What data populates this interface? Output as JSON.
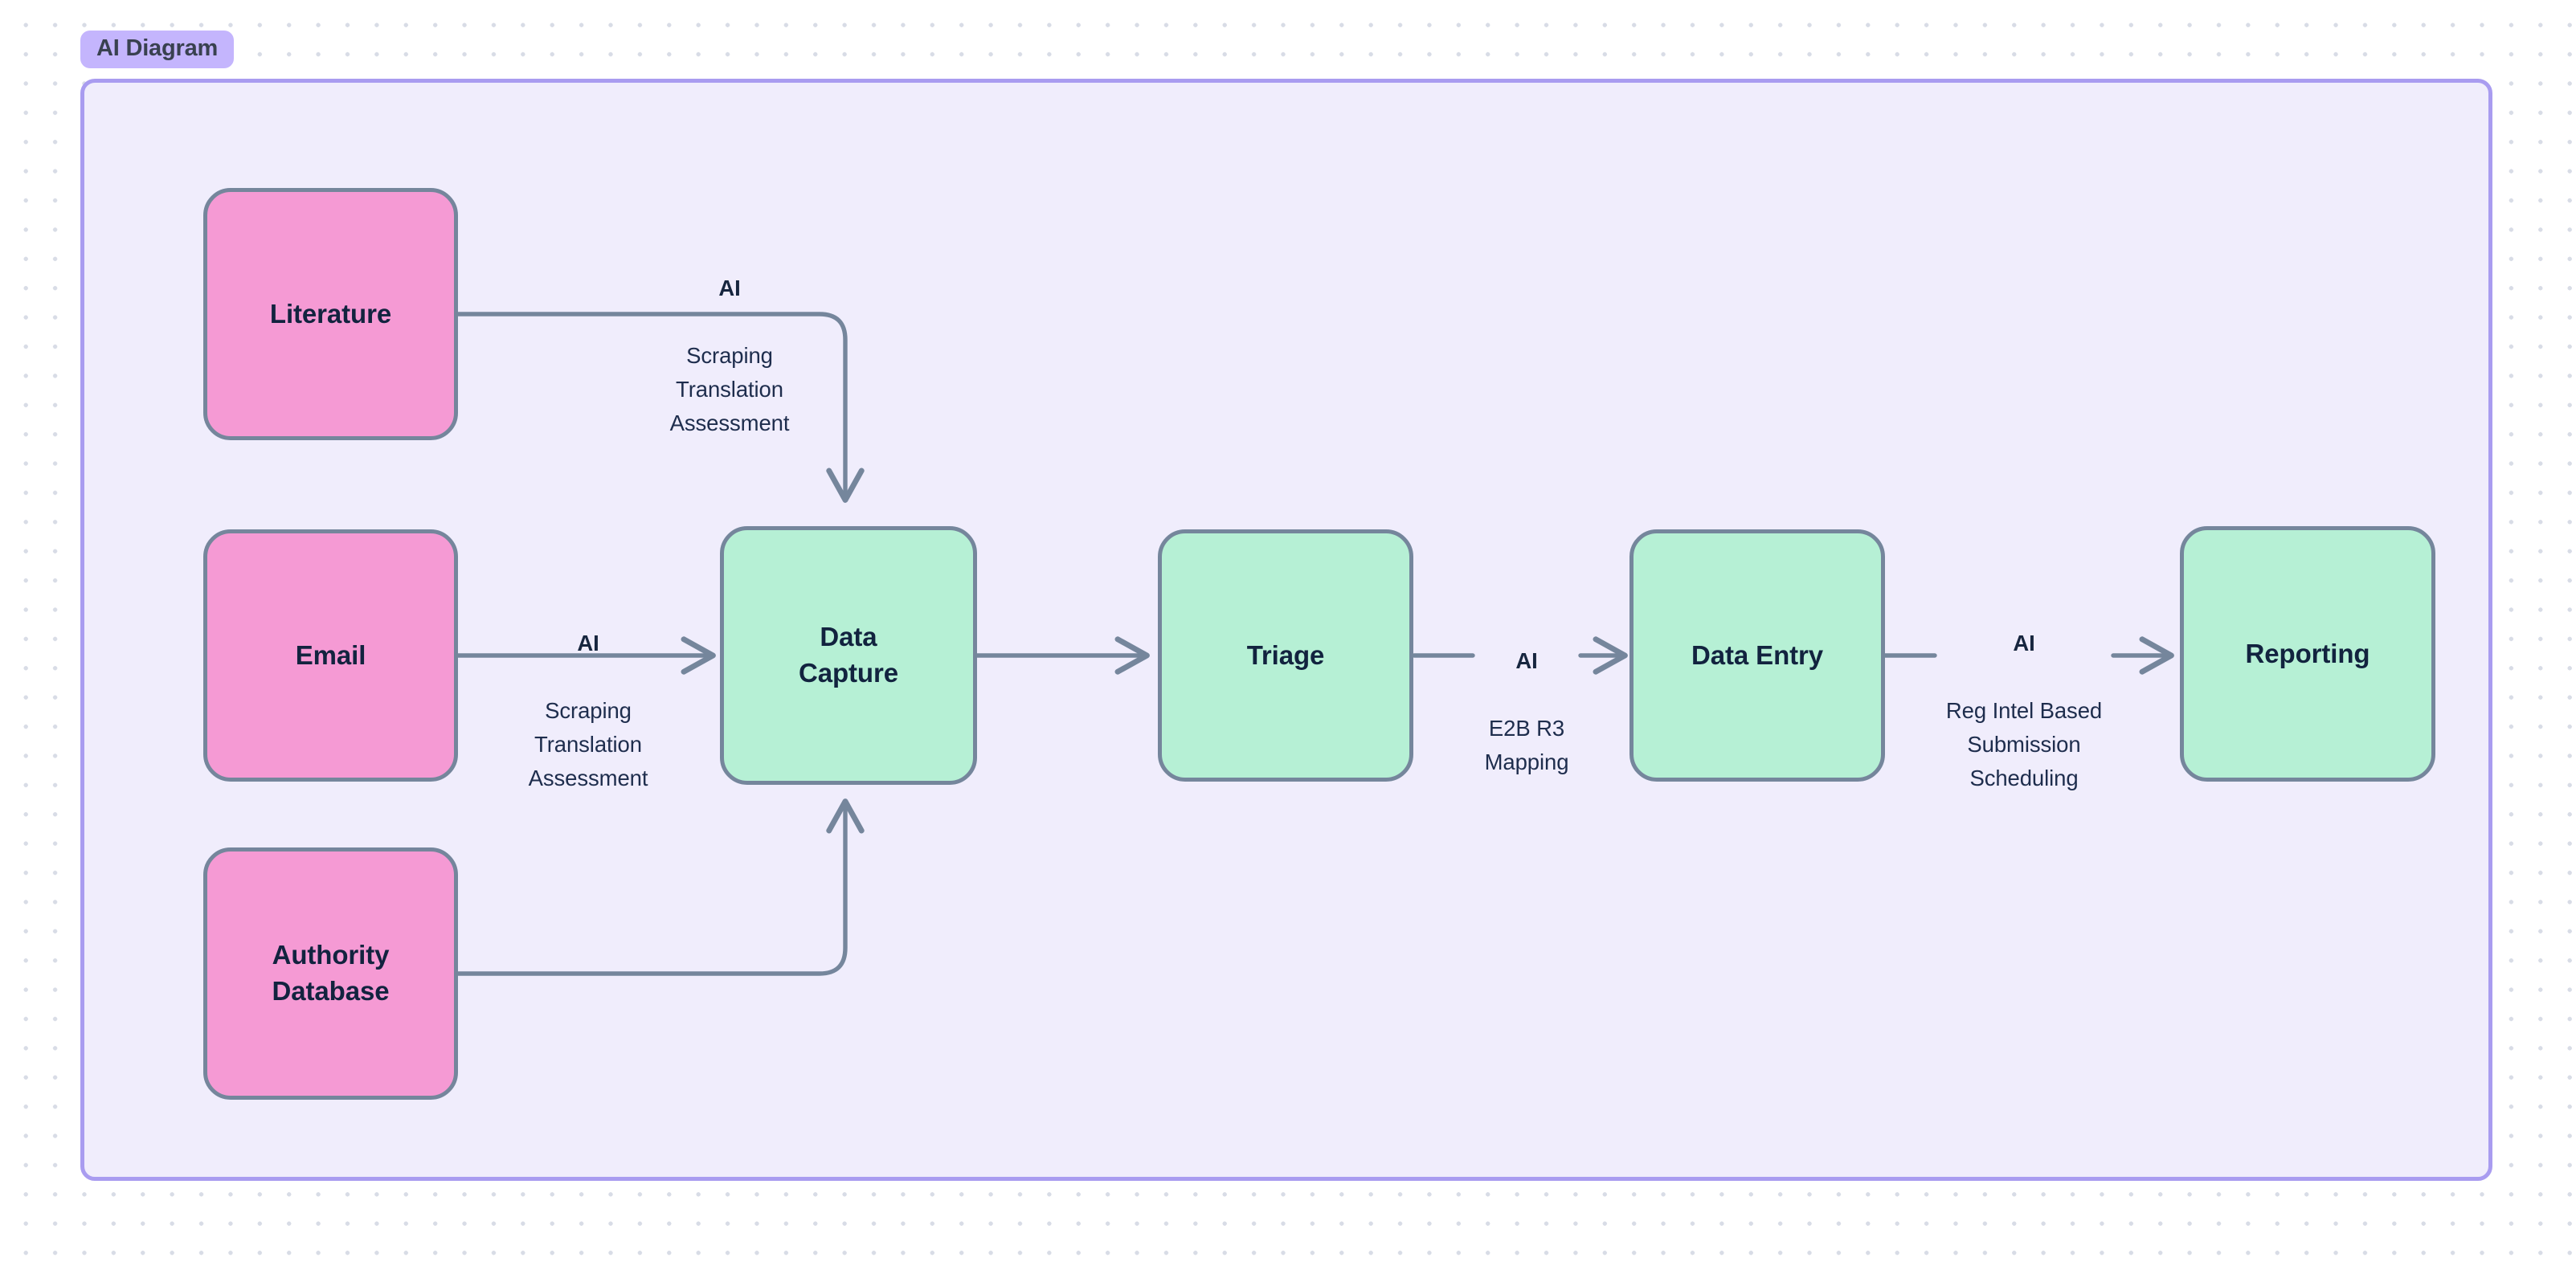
{
  "canvas": {
    "background_color": "#ffffff",
    "dot_color": "#d8dce6"
  },
  "group": {
    "label": "AI Diagram",
    "background_color": "#f0edfc",
    "border_color": "#a99cf0",
    "badge_color": "#c4b5fd",
    "badge_text_color": "#394150"
  },
  "colors": {
    "source_node_fill": "#f59ad4",
    "process_node_fill": "#b6f0d5",
    "node_border": "#75869c",
    "node_text": "#12233f",
    "edge_stroke": "#75869c",
    "edge_label_text": "#1e2d4d"
  },
  "nodes": [
    {
      "id": "literature",
      "label": "Literature",
      "kind": "source",
      "fill": "#f59ad4"
    },
    {
      "id": "email",
      "label": "Email",
      "kind": "source",
      "fill": "#f59ad4"
    },
    {
      "id": "authority-database",
      "label": "Authority\nDatabase",
      "kind": "source",
      "fill": "#f59ad4"
    },
    {
      "id": "data-capture",
      "label": "Data\nCapture",
      "kind": "process",
      "fill": "#b6f0d5"
    },
    {
      "id": "triage",
      "label": "Triage",
      "kind": "process",
      "fill": "#b6f0d5"
    },
    {
      "id": "data-entry",
      "label": "Data Entry",
      "kind": "process",
      "fill": "#b6f0d5"
    },
    {
      "id": "reporting",
      "label": "Reporting",
      "kind": "process",
      "fill": "#b6f0d5"
    }
  ],
  "edges": [
    {
      "id": "literature-to-data-capture",
      "from": "literature",
      "to": "data-capture",
      "head": "AI",
      "body": "Scraping\nTranslation\nAssessment"
    },
    {
      "id": "email-to-data-capture",
      "from": "email",
      "to": "data-capture",
      "head": "AI",
      "body": "Scraping\nTranslation\nAssessment"
    },
    {
      "id": "authority-database-to-data-capture",
      "from": "authority-database",
      "to": "data-capture",
      "head": "",
      "body": ""
    },
    {
      "id": "data-capture-to-triage",
      "from": "data-capture",
      "to": "triage",
      "head": "",
      "body": ""
    },
    {
      "id": "triage-to-data-entry",
      "from": "triage",
      "to": "data-entry",
      "head": "AI",
      "body": "E2B R3\nMapping"
    },
    {
      "id": "data-entry-to-reporting",
      "from": "data-entry",
      "to": "reporting",
      "head": "AI",
      "body": "Reg Intel Based\nSubmission\nScheduling"
    }
  ]
}
